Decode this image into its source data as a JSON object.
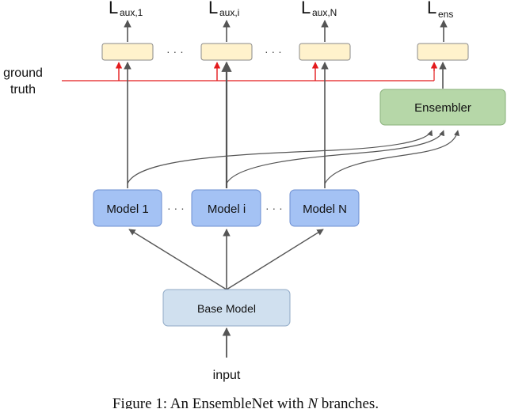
{
  "colors": {
    "model_fill": "#a4c2f4",
    "model_stroke": "#6d8fd1",
    "base_fill": "#d0e0ef",
    "base_stroke": "#8fa9c6",
    "ensembler_fill": "#b6d7a8",
    "ensembler_stroke": "#88b07a",
    "loss_box_fill": "#fff2cc",
    "loss_box_stroke": "#8a8a8a",
    "arrow": "#555555",
    "ground_truth_line": "#e31a1c"
  },
  "losses": [
    {
      "main": "L",
      "sub": "aux,1"
    },
    {
      "main": "L",
      "sub": "aux,i"
    },
    {
      "main": "L",
      "sub": "aux,N"
    },
    {
      "main": "L",
      "sub": "ens"
    }
  ],
  "ground_truth": {
    "line1": "ground",
    "line2": "truth"
  },
  "ensembler_label": "Ensembler",
  "models": [
    "Model 1",
    "Model i",
    "Model N"
  ],
  "base_model_label": "Base Model",
  "input_label": "input",
  "ellipsis": "· · ·",
  "caption": {
    "prefix": "Figure 1: An EnsembleNet with ",
    "var": "N",
    "suffix": " branches."
  }
}
